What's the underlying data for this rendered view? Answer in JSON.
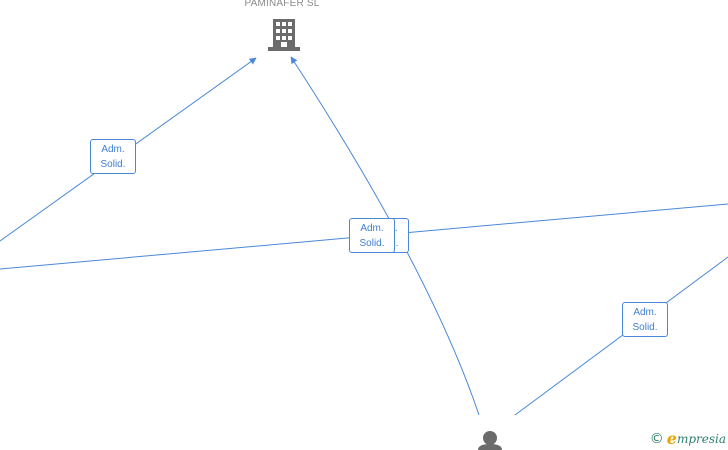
{
  "company": {
    "name": "PAMINAFER SL",
    "icon": "building-icon"
  },
  "person": {
    "icon": "person-icon"
  },
  "edges": [
    {
      "id": "edge-left-upper",
      "label_line1": "Adm.",
      "label_line2": "Solid."
    },
    {
      "id": "edge-center-shadow",
      "label_line1": "Adm.",
      "label_line2": "Solid."
    },
    {
      "id": "edge-center",
      "label_line1": "Adm.",
      "label_line2": "Solid."
    },
    {
      "id": "edge-right-lower",
      "label_line1": "Adm.",
      "label_line2": "Solid."
    }
  ],
  "watermark": {
    "copyright": "©",
    "brand_initial": "e",
    "brand_rest": "mpresia"
  },
  "colors": {
    "edge": "#4a88d8",
    "label_text": "#3f7fd2",
    "icon": "#6b6b6b",
    "title": "#8a8a8a"
  }
}
